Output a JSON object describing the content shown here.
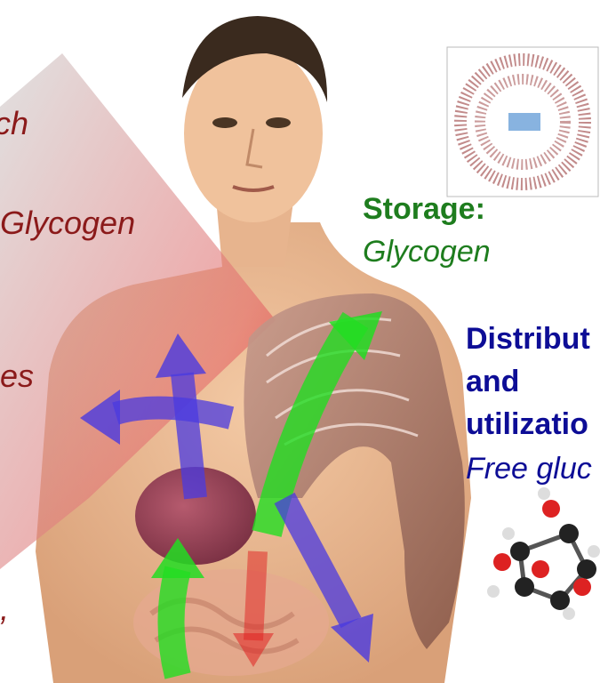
{
  "labels": {
    "left_fragment_top": "ch",
    "left_fragment_glycogen": "Glycogen",
    "left_fragment_es": "es",
    "left_fragment_comma": ",",
    "storage_title": "Storage:",
    "storage_item": "Glycogen",
    "distribution_line1": "Distribut",
    "distribution_line2": "and",
    "distribution_line3": "utilizatio",
    "distribution_item": "Free gluc"
  },
  "colors": {
    "storage": "#1e7d1e",
    "distribution": "#0d0d96",
    "left_text": "#8b1a1a",
    "arrow_green": "#22dd22",
    "arrow_blue": "#4a3ae0",
    "arrow_red": "#e02020",
    "background": "#ffffff"
  },
  "icons": [
    "human-torso",
    "liver",
    "intestines",
    "arm-muscle",
    "glycogen-molecule",
    "glucose-molecule"
  ]
}
